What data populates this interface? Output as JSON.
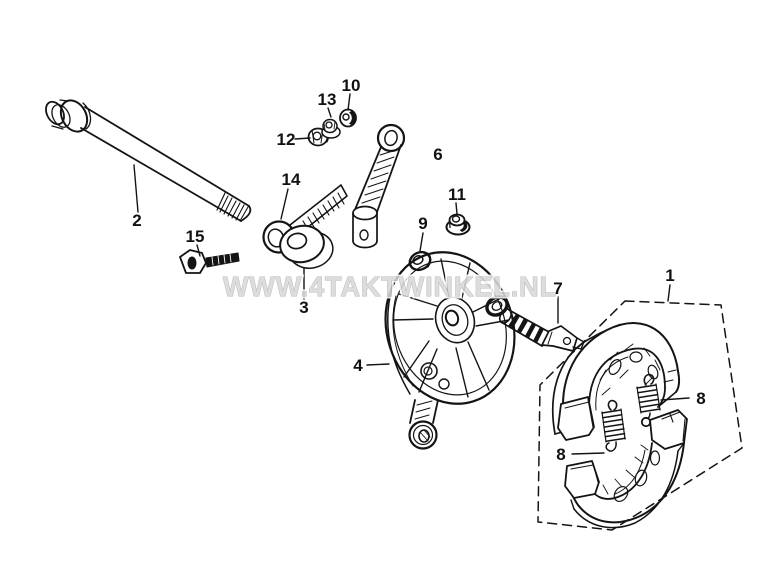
{
  "diagram": {
    "kind": "exploded-parts-diagram",
    "subject": "rear brake drum assembly",
    "part_numbers_visible": [
      "1",
      "2",
      "3",
      "4",
      "6",
      "7",
      "8",
      "9",
      "10",
      "11",
      "12",
      "13",
      "14",
      "15"
    ]
  },
  "watermark": {
    "text": "WWW.4TAKTWINKEL.NL"
  },
  "palette": {
    "background": "#ffffff",
    "line": "#141414",
    "label": "#111111",
    "watermark_fill": "#d9d9d9",
    "watermark_outline": "#aeaeae"
  },
  "labels": {
    "p1": "1",
    "p2": "2",
    "p3": "3",
    "p4": "4",
    "p6": "6",
    "p7": "7",
    "p8a": "8",
    "p8b": "8",
    "p9": "9",
    "p10": "10",
    "p11": "11",
    "p12": "12",
    "p13": "13",
    "p14": "14",
    "p15": "15"
  }
}
